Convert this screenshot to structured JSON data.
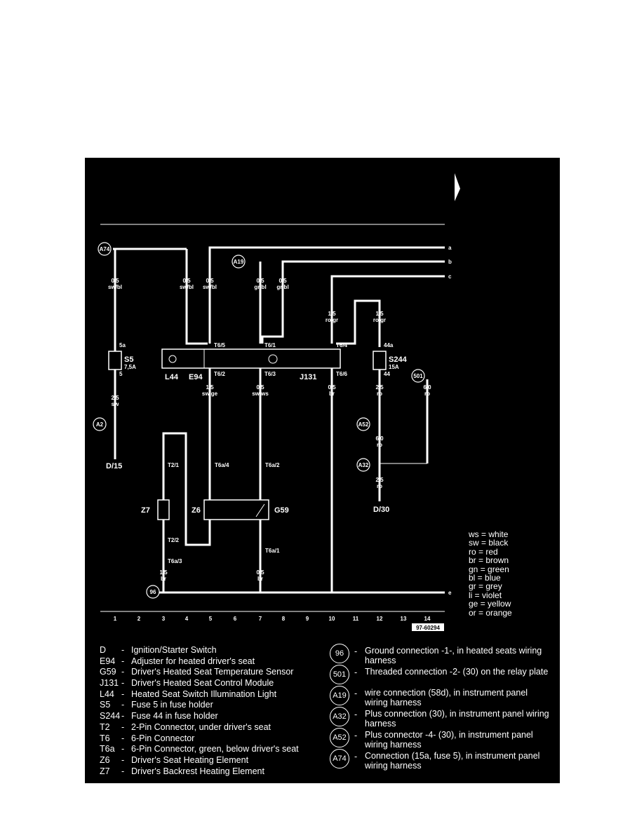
{
  "diagram": {
    "wire_labels": [
      {
        "id": "w-a74",
        "size": "0,5",
        "color": "sw/bl"
      },
      {
        "id": "w-l44",
        "size": "0,5",
        "color": "sw/bl"
      },
      {
        "id": "w-t65",
        "size": "0,5",
        "color": "sw/bl"
      },
      {
        "id": "w-a19",
        "size": "0,5",
        "color": "gr/bl"
      },
      {
        "id": "w-t61",
        "size": "0,5",
        "color": "gr/bl"
      },
      {
        "id": "w-t64",
        "size": "1,5",
        "color": "ro/gr"
      },
      {
        "id": "w-s244",
        "size": "1,5",
        "color": "ro/gr"
      },
      {
        "id": "w-t62",
        "size": "1,5",
        "color": "sw/ge"
      },
      {
        "id": "w-t63",
        "size": "0,5",
        "color": "sw/ws"
      },
      {
        "id": "w-t66",
        "size": "0,5",
        "color": "br"
      },
      {
        "id": "w-s244-out",
        "size": "2,5",
        "color": "ro"
      },
      {
        "id": "w-501",
        "size": "6,0",
        "color": "ro"
      },
      {
        "id": "w-s5-out",
        "size": "2,5",
        "color": "sw"
      },
      {
        "id": "w-a52",
        "size": "6,0",
        "color": "ro"
      },
      {
        "id": "w-a32",
        "size": "2,5",
        "color": "ro"
      },
      {
        "id": "w-t8a3",
        "size": "1,5",
        "color": "br"
      },
      {
        "id": "w-t6a1",
        "size": "0,5",
        "color": "br"
      }
    ],
    "edge_letters": [
      "a",
      "b",
      "c",
      "e"
    ],
    "connection_badges": [
      "A74",
      "A19",
      "501",
      "A2",
      "A52",
      "A32",
      "96"
    ],
    "pins": [
      "T6/5",
      "T6/1",
      "T6/4",
      "T6/2",
      "T6/3",
      "T6/6",
      "5a",
      "5",
      "44a",
      "44",
      "T2/1",
      "T6a/4",
      "T6a/2",
      "T2/2",
      "T6a/3",
      "T6a/1"
    ],
    "components": [
      "S5",
      "7,5A",
      "S244",
      "15A",
      "L44",
      "E94",
      "J131",
      "Z7",
      "Z6",
      "G59",
      "D/15",
      "D/30"
    ],
    "column_numbers": [
      "1",
      "2",
      "3",
      "4",
      "5",
      "6",
      "7",
      "8",
      "9",
      "10",
      "11",
      "12",
      "13",
      "14"
    ],
    "drawing_number": "97-60294"
  },
  "color_legend": [
    {
      "code": "ws",
      "name": "white"
    },
    {
      "code": "sw",
      "name": "black"
    },
    {
      "code": "ro",
      "name": "red"
    },
    {
      "code": "br",
      "name": "brown"
    },
    {
      "code": "gn",
      "name": "green"
    },
    {
      "code": "bl",
      "name": "blue"
    },
    {
      "code": "gr",
      "name": "grey"
    },
    {
      "code": "li",
      "name": "violet"
    },
    {
      "code": "ge",
      "name": "yellow"
    },
    {
      "code": "or",
      "name": "orange"
    }
  ],
  "component_list": [
    {
      "code": "D",
      "text": "Ignition/Starter Switch"
    },
    {
      "code": "E94",
      "text": "Adjuster for heated driver's seat"
    },
    {
      "code": "G59",
      "text": "Driver's Heated Seat Temperature Sensor"
    },
    {
      "code": "J131",
      "text": "Driver's Heated Seat Control Module"
    },
    {
      "code": "L44",
      "text": "Heated Seat Switch Illumination Light"
    },
    {
      "code": "S5",
      "text": "Fuse 5 in fuse holder"
    },
    {
      "code": "S244",
      "text": "Fuse 44 in fuse holder"
    },
    {
      "code": "T2",
      "text": "2-Pin Connector, under driver's seat"
    },
    {
      "code": "T6",
      "text": "6-Pin Connector"
    },
    {
      "code": "T6a",
      "text": "6-Pin Connector, green, below driver's seat"
    },
    {
      "code": "Z6",
      "text": "Driver's Seat Heating Element"
    },
    {
      "code": "Z7",
      "text": "Driver's Backrest Heating Element"
    }
  ],
  "connection_list": [
    {
      "code": "96",
      "text": "Ground connection -1-, in heated seats wiring harness"
    },
    {
      "code": "501",
      "text": "Threaded connection -2- (30) on the relay plate"
    },
    {
      "code": "A19",
      "text": "wire connection (58d), in instrument panel wiring harness"
    },
    {
      "code": "A32",
      "text": "Plus connection (30), in instrument panel wiring harness"
    },
    {
      "code": "A52",
      "text": "Plus connector -4- (30), in instrument panel wiring harness"
    },
    {
      "code": "A74",
      "text": "Connection (15a, fuse 5), in instrument panel wiring harness"
    }
  ]
}
